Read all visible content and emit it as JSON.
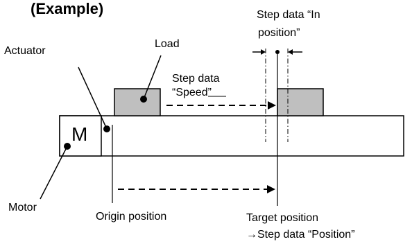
{
  "title": "(Example)",
  "labels": {
    "load": "Load",
    "actuator": "Actuator",
    "motor": "Motor",
    "motor_letter": "M",
    "speed_line1": "Step data",
    "speed_line2": "“Speed”",
    "in_position_line1": "Step data “In",
    "in_position_line2": "position”",
    "origin": "Origin position",
    "target_line1": "Target position",
    "target_line2": "→Step data “Position”"
  },
  "colors": {
    "block_fill": "#bfbfbf",
    "line": "#000000"
  }
}
